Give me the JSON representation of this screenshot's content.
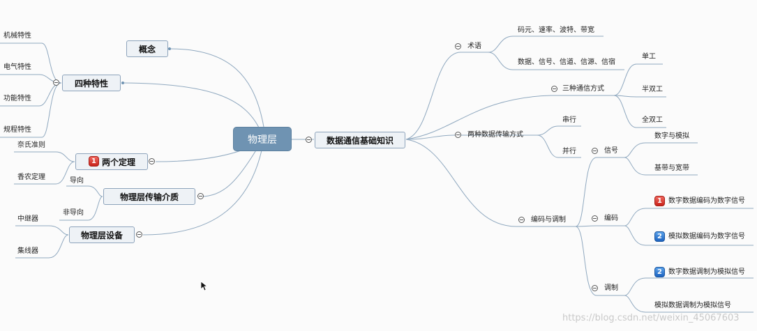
{
  "root": {
    "label": "物理层"
  },
  "left": {
    "concept": "概念",
    "four_properties": {
      "label": "四种特性",
      "items": [
        "机械特性",
        "电气特性",
        "功能特性",
        "规程特性"
      ]
    },
    "two_theorems": {
      "label": "两个定理",
      "badge": "1",
      "items": [
        "奈氏准则",
        "香农定理"
      ]
    },
    "transmission_media": {
      "label": "物理层传输介质",
      "items": [
        "导向",
        "非导向"
      ]
    },
    "devices": {
      "label": "物理层设备",
      "items": [
        "中继器",
        "集线器"
      ]
    }
  },
  "right": {
    "main": {
      "label": "数据通信基础知识"
    },
    "terms": {
      "label": "术语",
      "items": [
        "码元、速率、波特、带宽",
        "数据、信号、信道、信源、信宿"
      ]
    },
    "three_modes": {
      "label": "三种通信方式",
      "items": [
        "单工",
        "半双工",
        "全双工"
      ]
    },
    "two_transmission": {
      "label": "两种数据传输方式",
      "items": [
        "串行",
        "并行"
      ]
    },
    "coding_modulation": {
      "label": "编码与调制",
      "signal": {
        "label": "信号",
        "items": [
          "数字与模拟",
          "基带与宽带"
        ]
      },
      "coding": {
        "label": "编码",
        "items": [
          {
            "badge": "1",
            "text": "数字数据编码为数字信号"
          },
          {
            "badge": "2",
            "text": "模拟数据编码为数字信号"
          }
        ]
      },
      "modulation": {
        "label": "调制",
        "items": [
          {
            "badge": "2",
            "text": "数字数据调制为模拟信号"
          },
          {
            "badge": "",
            "text": "模拟数据调制为模拟信号"
          }
        ]
      }
    }
  },
  "watermark": "https://blog.csdn.net/weixin_45067603",
  "colors": {
    "line": "#8fa8bf",
    "root": "#6f93b2",
    "badge_red": "#d9342b",
    "badge_blue": "#2b78d4"
  }
}
